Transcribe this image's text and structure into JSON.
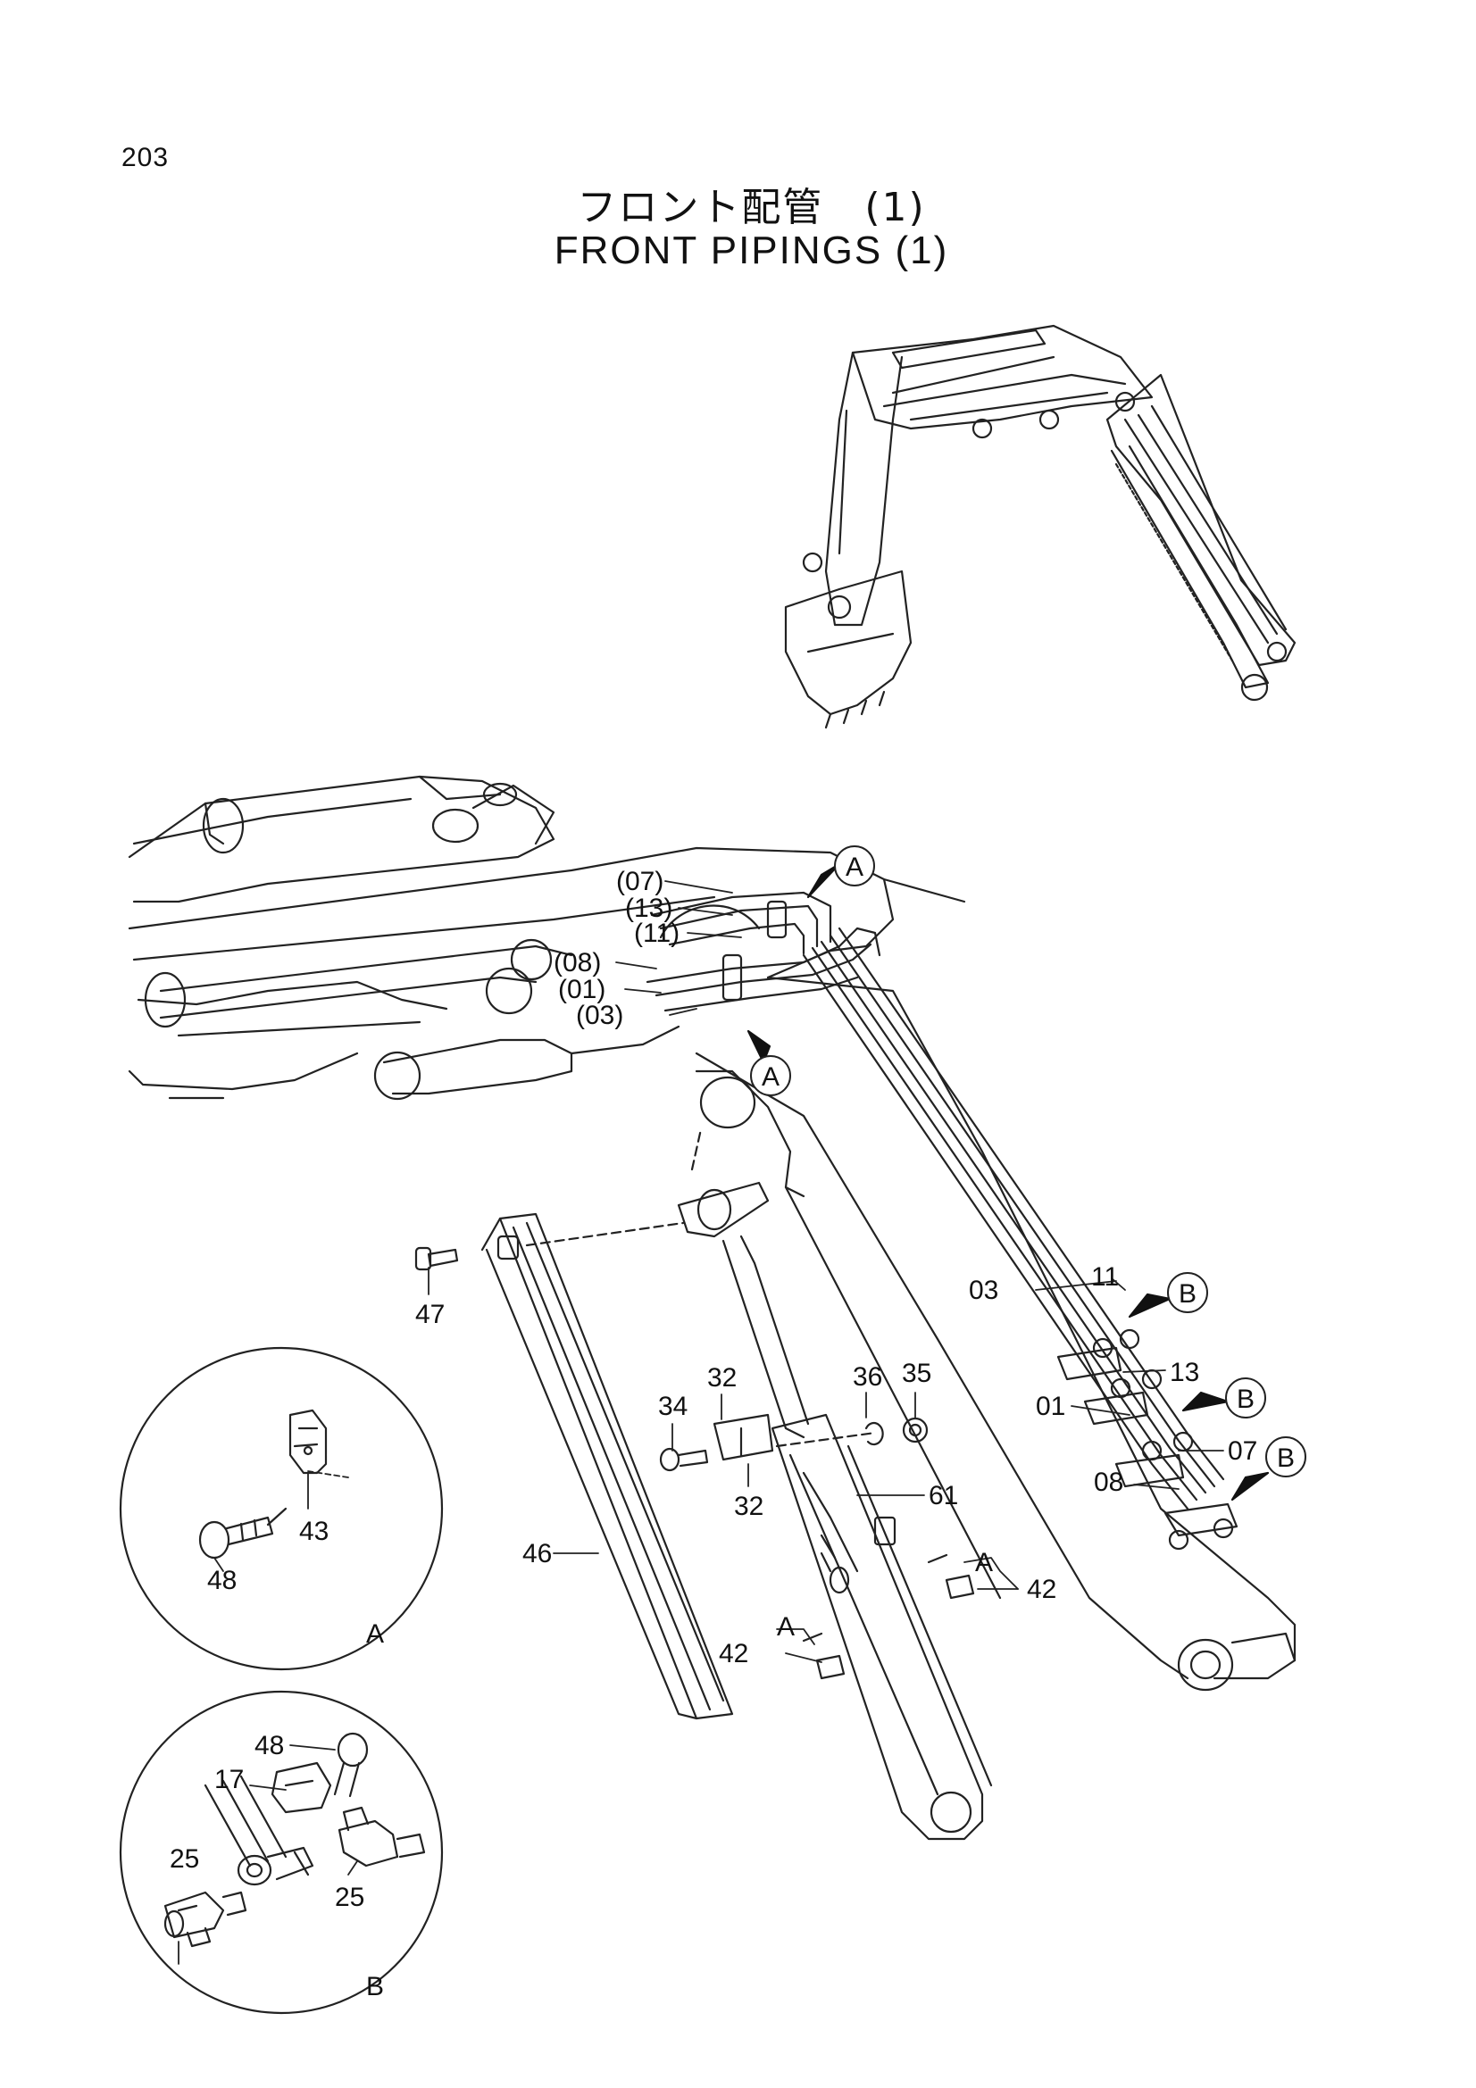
{
  "page_number": "203",
  "title_jp": "フロント配管　(1)",
  "title_en": "FRONT PIPINGS (1)",
  "labels": {
    "p07": "(07)",
    "p13": "(13)",
    "p11": "(11)",
    "p08": "(08)",
    "p01": "(01)",
    "p03": "(03)",
    "n03": "03",
    "n11": "11",
    "n13": "13",
    "n01": "01",
    "n07": "07",
    "n08": "08",
    "n47": "47",
    "n46": "46",
    "n34": "34",
    "n32a": "32",
    "n32b": "32",
    "n36": "36",
    "n35": "35",
    "n61": "61",
    "n42a": "42",
    "n42b": "42",
    "nA1": "A",
    "nA2": "A",
    "n48a": "48",
    "n43": "43",
    "n48b": "48",
    "n17": "17",
    "n25a": "25",
    "n25b": "25"
  },
  "callouts": {
    "A": "A",
    "B": "B"
  },
  "detail_views": {
    "A": "A",
    "B": "B"
  }
}
